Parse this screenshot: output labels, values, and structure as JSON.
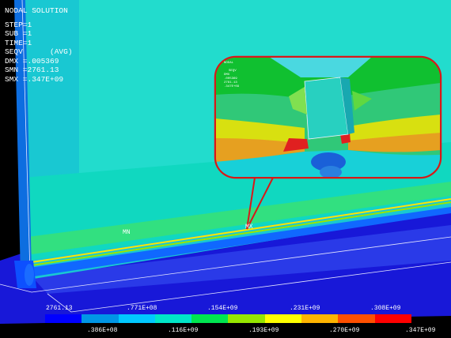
{
  "viewport": {
    "title": "NODAL SOLUTION",
    "info_lines": [
      "STEP=1",
      "SUB =1",
      "TIME=1",
      "SEQV      (AVG)",
      "DMX =.005369",
      "SMN =2761.13",
      "SMX =.347E+09"
    ],
    "min_label": "MN",
    "max_label": "MX"
  },
  "inset": {
    "mini_lines": [
      "NODAL",
      "",
      "SEQV",
      "DMX",
      ".005369",
      "2761.13",
      ".347E+09"
    ]
  },
  "legend": {
    "colors": [
      "#0000ff",
      "#0096e6",
      "#00c8ff",
      "#00e6c8",
      "#00e650",
      "#96e600",
      "#ffff00",
      "#ffb400",
      "#ff5000",
      "#ff0000"
    ],
    "upper_ticks": [
      "2761.13",
      ".771E+08",
      ".154E+09",
      ".231E+09",
      ".308E+09"
    ],
    "lower_ticks": [
      ".386E+08",
      ".116E+09",
      ".193E+09",
      ".270E+09",
      ".347E+09"
    ]
  }
}
